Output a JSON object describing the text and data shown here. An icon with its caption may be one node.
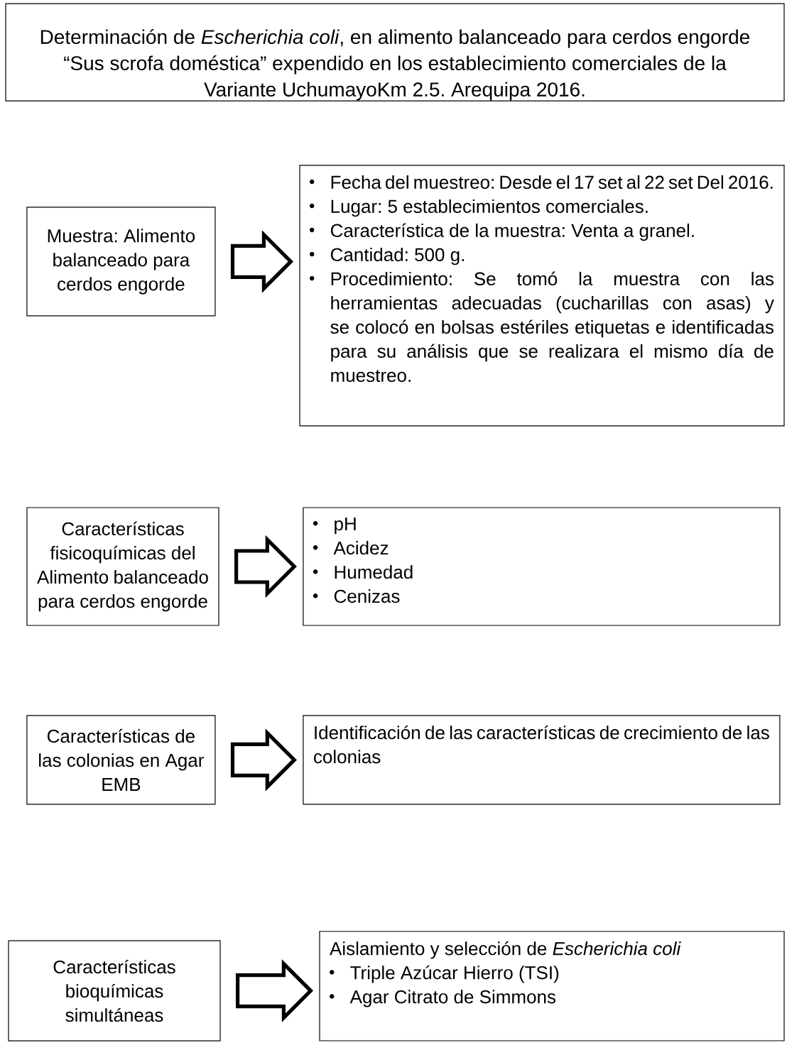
{
  "diagram": {
    "nodes": [
      {
        "text": [
          "Determinación de *Escherichia coli*, en alimento balanceado para cerdos engorde “Sus scrofa doméstica” expendido en los establecimiento comerciales de la Variante UchumayoKm 2.5. Arequipa 2016."
        ]
      },
      {
        "text": [
          "Muestra: Alimento balanceado para cerdos engorde"
        ]
      },
      {
        "text": [
          "Fecha del muestreo: Desde el 17 set al 22 set Del 2016.",
          "Lugar: 5 establecimientos comerciales.",
          "Característica de la muestra: Venta a granel.",
          "Cantidad: 500 g.",
          "Procedimiento: Se tomó la muestra con las herramientas adecuadas (cucharillas con asas) y se colocó en bolsas estériles etiquetas e identificadas para su análisis que se realizara el mismo día de muestreo."
        ]
      },
      {
        "text": [
          "Características fisicoquímicas del Alimento balanceado para cerdos engorde"
        ]
      },
      {
        "text": [
          "pH",
          "Acidez",
          "Humedad",
          "Cenizas"
        ]
      },
      {
        "text": [
          "Características de las colonias en Agar EMB"
        ]
      },
      {
        "text": [
          "Identificación de las características de crecimiento de las colonias"
        ]
      },
      {
        "text": [
          "Características bioquímicas simultáneas"
        ]
      },
      {
        "text": [
          "Aislamiento y selección de *Escherichia coli*",
          "Triple Azúcar Hierro (TSI)",
          "Agar Citrato de Simmons"
        ]
      }
    ],
    "edges": [
      {
        "from": 1,
        "to": 2,
        "arrow": "to"
      },
      {
        "from": 3,
        "to": 4,
        "arrow": "to"
      },
      {
        "from": 5,
        "to": 6,
        "arrow": "to"
      },
      {
        "from": 7,
        "to": 8,
        "arrow": "to"
      }
    ]
  }
}
